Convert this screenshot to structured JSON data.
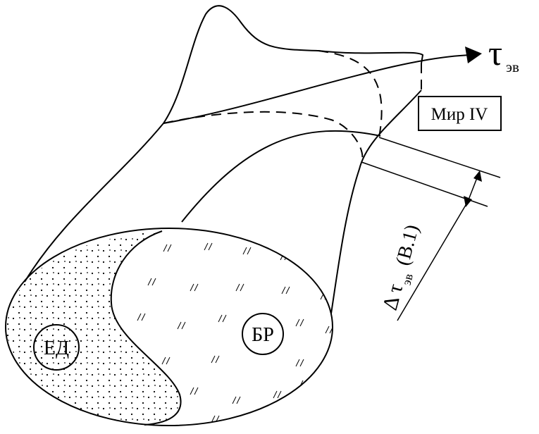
{
  "diagram": {
    "axis_symbol": "τ",
    "axis_subscript": "эв",
    "world_box_label": "Мир IV",
    "region_left_label": "ЕД",
    "region_right_label": "БР",
    "interval_symbol": "Δ τ",
    "interval_subscript": "эв",
    "interval_suffix": "(B.1)"
  }
}
